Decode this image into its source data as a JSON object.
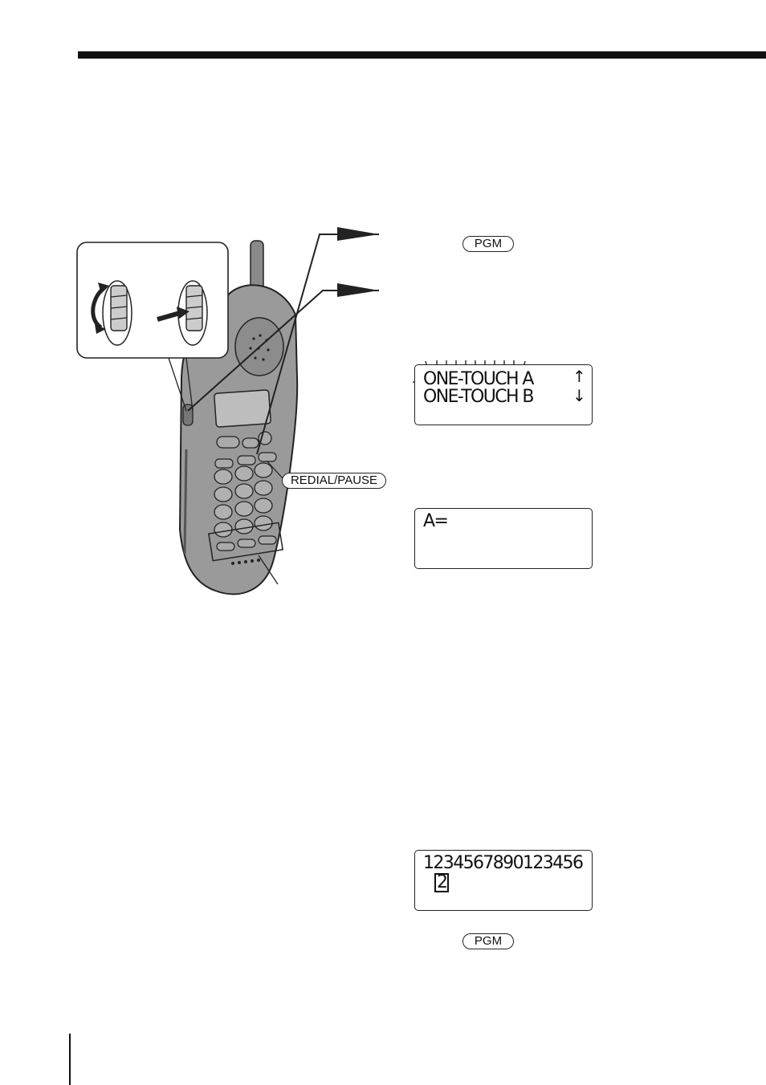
{
  "buttons": {
    "pgm_top": "PGM",
    "redial_pause": "REDIAL/PAUSE",
    "pgm_bottom": "PGM"
  },
  "displays": {
    "menu": {
      "line1": "ONE-TOUCH A",
      "line2": "ONE-TOUCH B"
    },
    "entry": {
      "line1": "A="
    },
    "number": {
      "line1": "1234567890123456",
      "cursor_char": "2"
    }
  },
  "colors": {
    "ink": "#111111",
    "handset_body": "#9a9a9a",
    "handset_shadow": "#6e6e6e",
    "paper": "#ffffff"
  }
}
